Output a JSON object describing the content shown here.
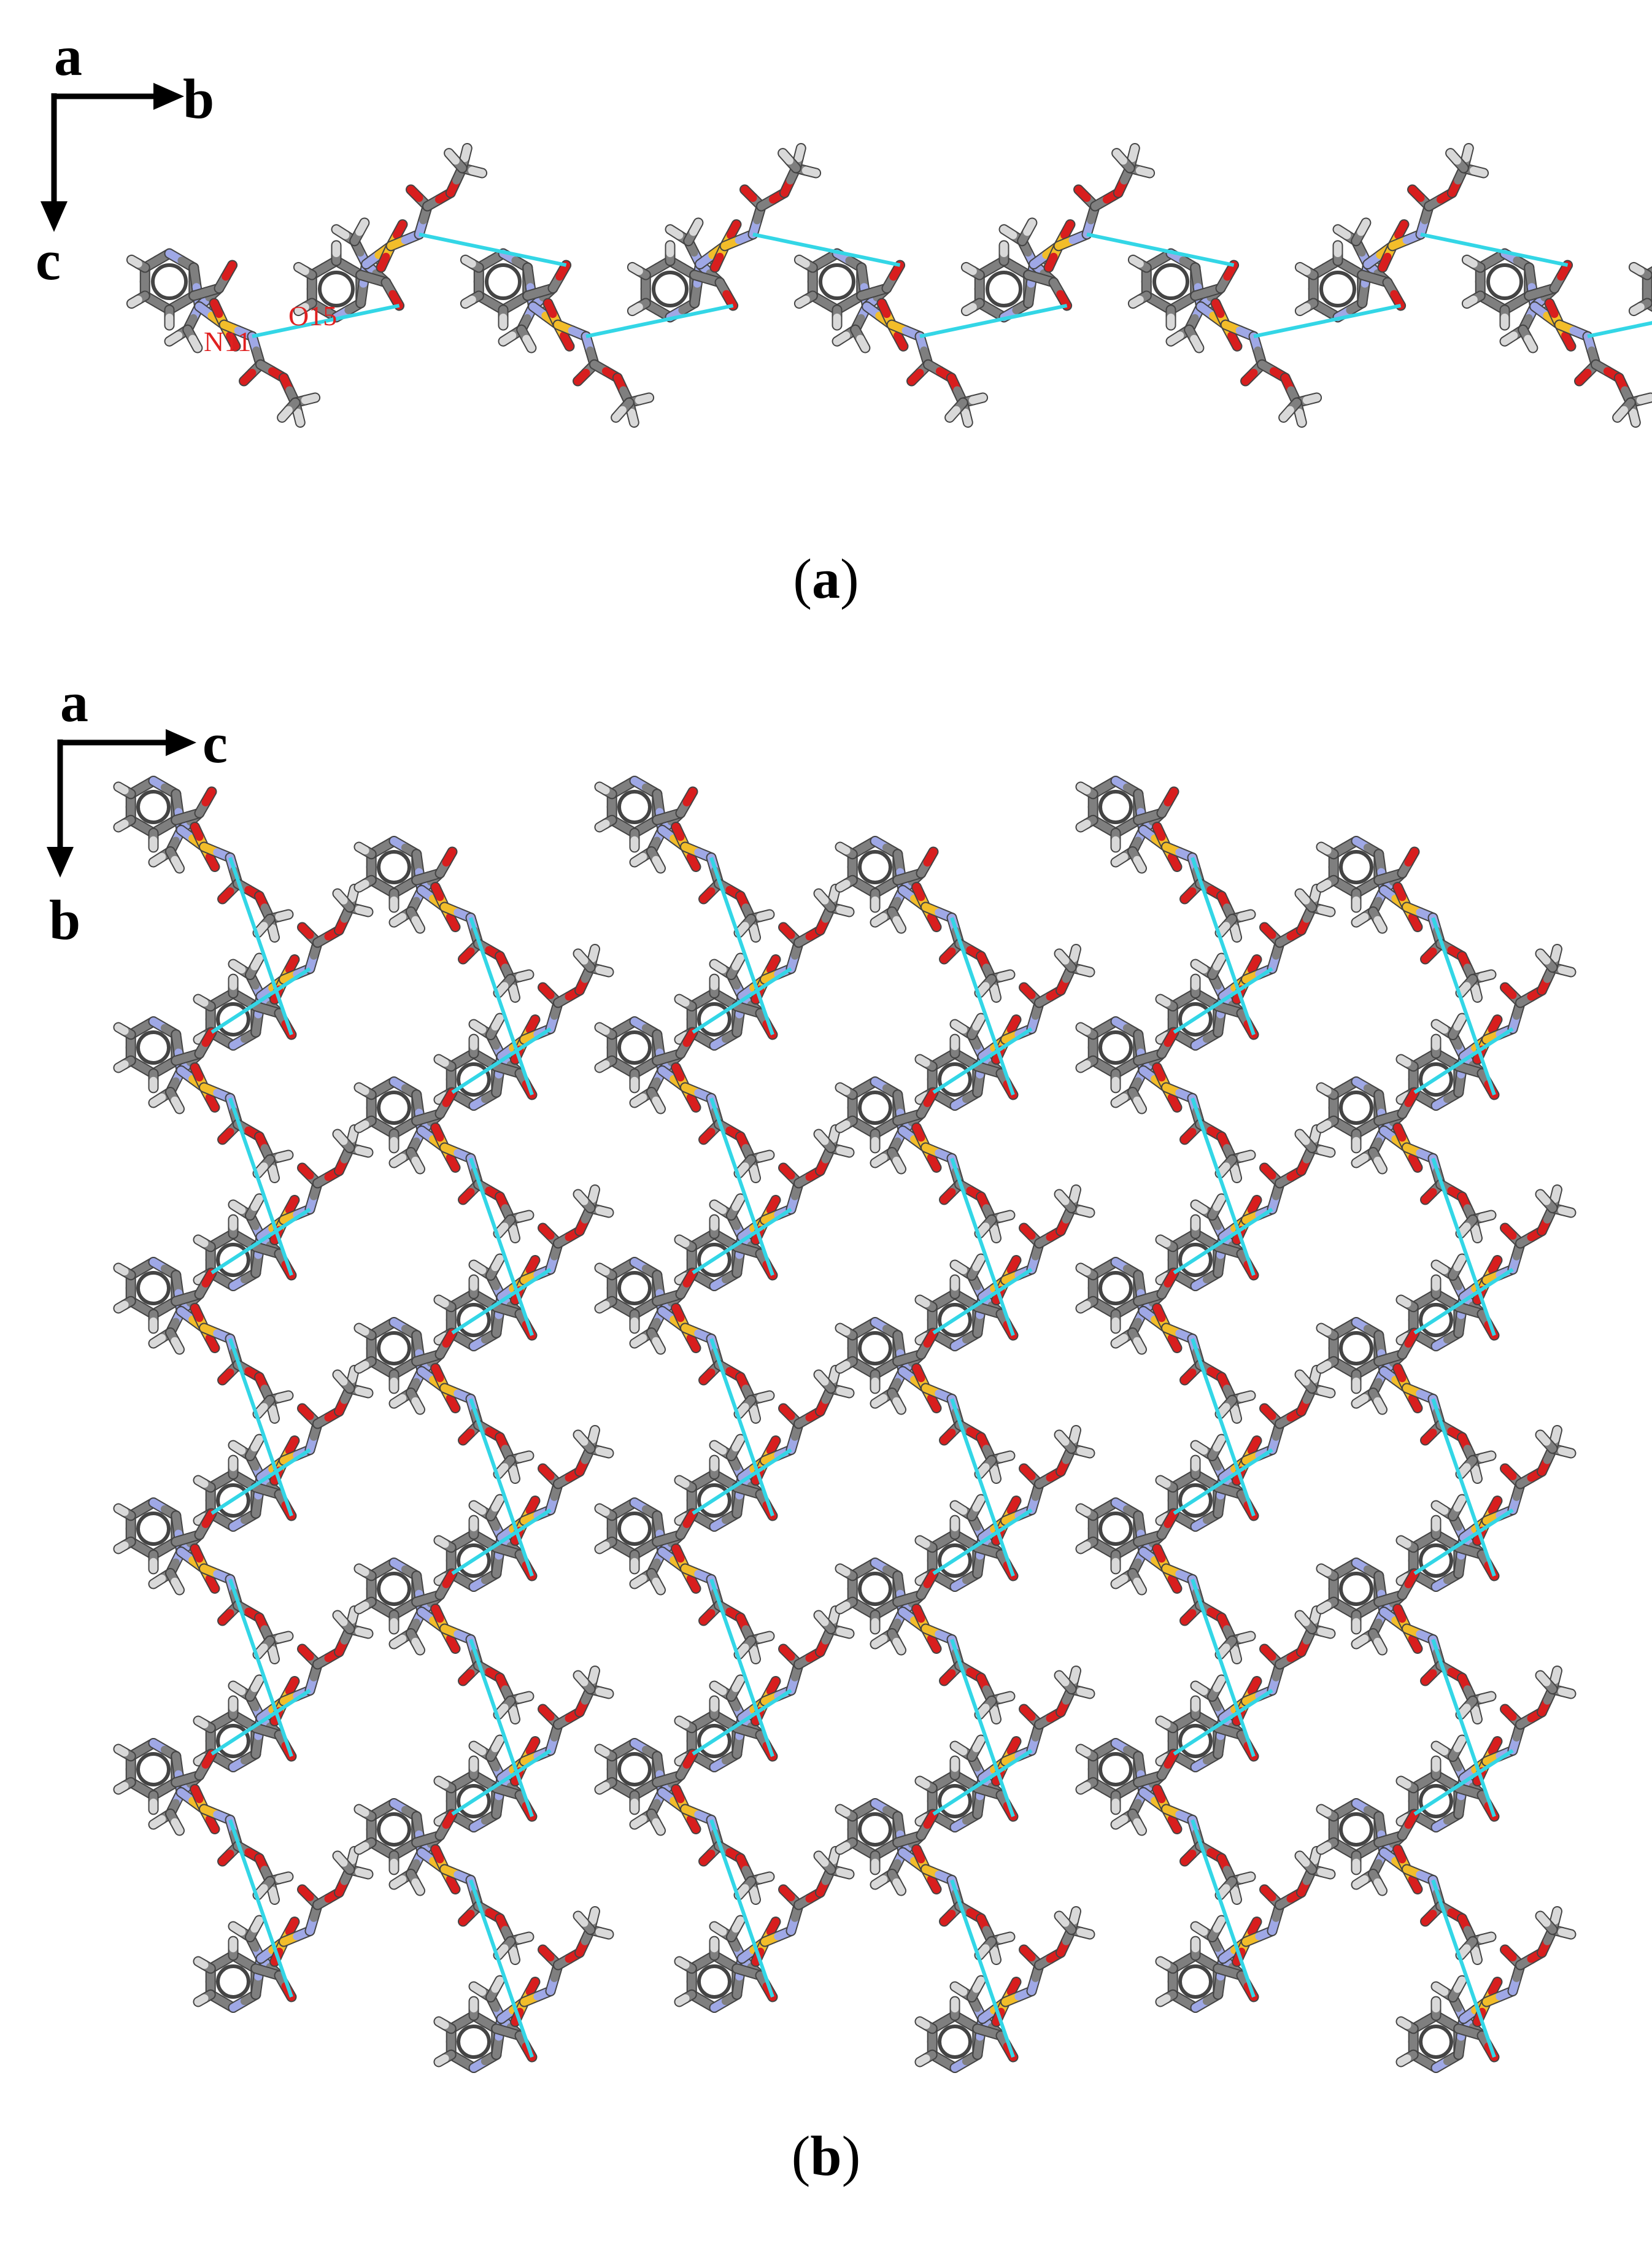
{
  "panel_a": {
    "caption_open": "(",
    "caption_letter": "a",
    "caption_close": ")",
    "axes": {
      "corner": "a",
      "right": "b",
      "down": "c"
    },
    "atom_labels": [
      "N11",
      "O15"
    ],
    "molecule_count": 10
  },
  "panel_b": {
    "caption_open": "(",
    "caption_letter": "b",
    "caption_close": ")",
    "axes": {
      "corner": "a",
      "right": "c",
      "down": "b"
    },
    "molecule_count": 60
  },
  "colors": {
    "carbon": "#7f7f7f",
    "hydrogen": "#d9d9d9",
    "nitrogen": "#9fa8e6",
    "oxygen": "#d81e1e",
    "sulfur": "#f2bd2a",
    "hydrogen_bond": "#33d6e6",
    "text": "#000000",
    "label": "#e02020"
  }
}
